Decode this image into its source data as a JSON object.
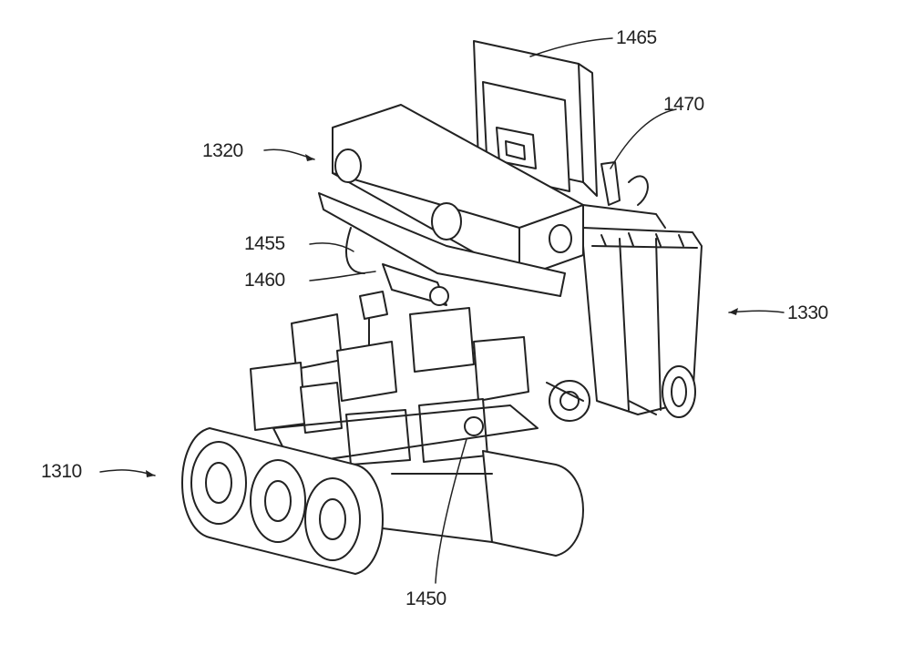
{
  "figure": {
    "labels": {
      "tracked_base": "1310",
      "sensor_head": "1320",
      "cart": "1330",
      "mount": "1450",
      "cable": "1455",
      "camera": "1460",
      "display_panel": "1465",
      "handle": "1470"
    }
  }
}
